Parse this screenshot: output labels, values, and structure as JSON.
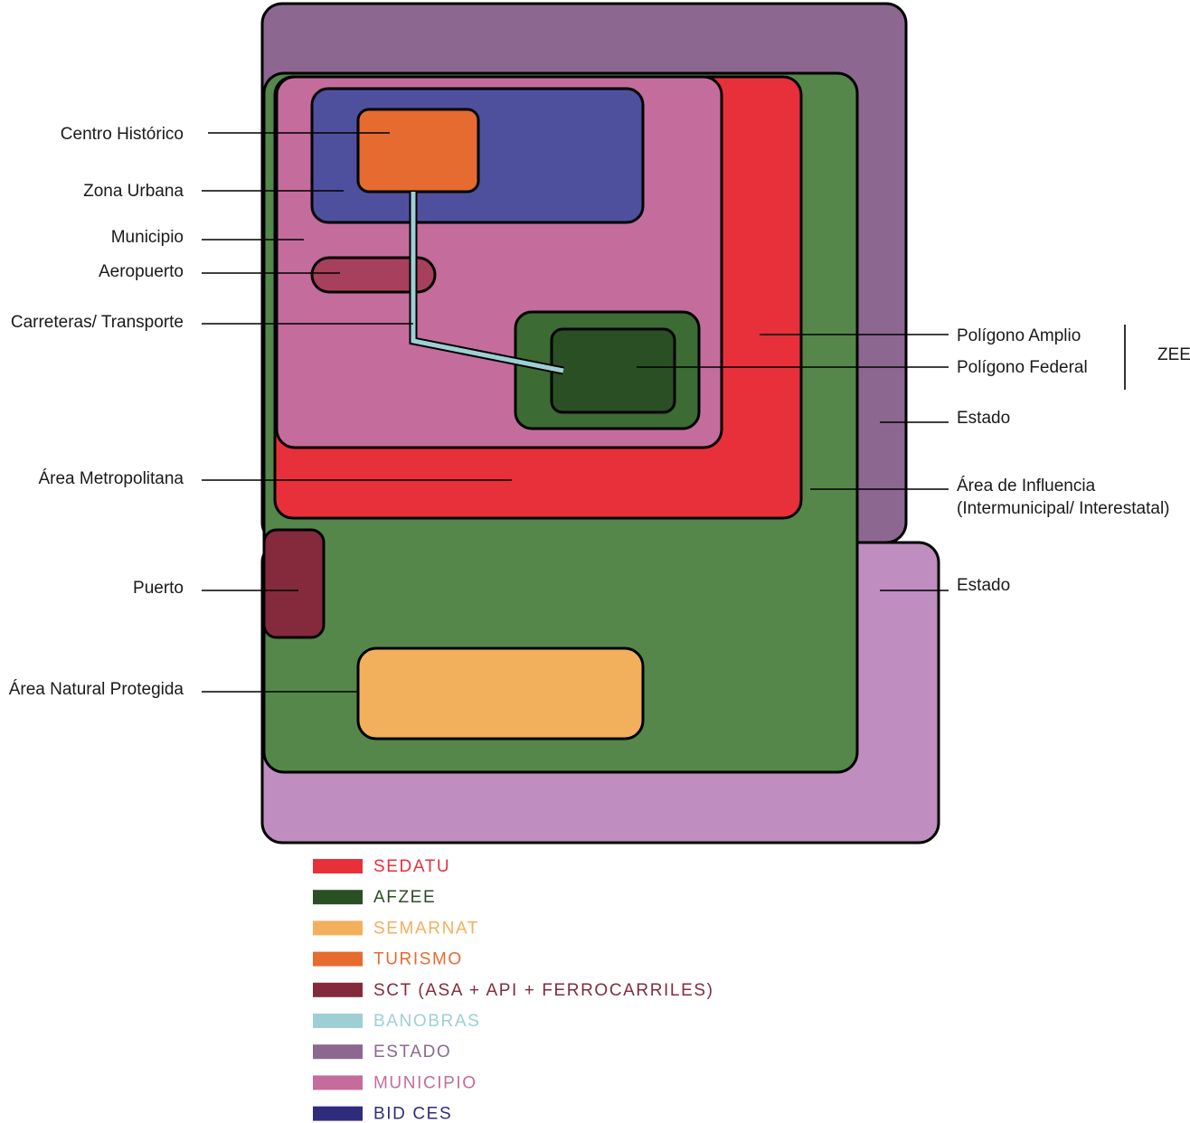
{
  "labels": {
    "centro_historico": "Centro Histórico",
    "zona_urbana": "Zona Urbana",
    "municipio": "Municipio",
    "aeropuerto": "Aeropuerto",
    "carreteras": "Carreteras/ Transporte",
    "area_metropolitana": "Área Metropolitana",
    "puerto": "Puerto",
    "area_natural": "Área Natural Protegida",
    "poligono_amplio": "Polígono Amplio",
    "poligono_federal": "Polígono Federal",
    "zee": "ZEE",
    "estado_1": "Estado",
    "area_influencia_1": "Área de Influencia",
    "area_influencia_2": "(Intermunicipal/ Interestatal)",
    "estado_2": "Estado"
  },
  "legend": [
    {
      "label": "SEDATU",
      "color": "#e8303a"
    },
    {
      "label": "AFZEE",
      "color": "#2b4f24"
    },
    {
      "label": "SEMARNAT",
      "color": "#f2b05c"
    },
    {
      "label": "TURISMO",
      "color": "#e56b31"
    },
    {
      "label": "SCT (ASA + API + FERROCARRILES)",
      "color": "#852a3c"
    },
    {
      "label": "BANOBRAS",
      "color": "#9ecfd4"
    },
    {
      "label": "ESTADO",
      "color": "#8c6891"
    },
    {
      "label": "MUNICIPIO",
      "color": "#c46d9c"
    },
    {
      "label": "BID CES",
      "color": "#2f2c7e"
    }
  ],
  "colors": {
    "estado_top": "#8c6891",
    "estado_bottom": "#c08dc0",
    "area_influencia": "#55874a",
    "area_metropolitana": "#e8303a",
    "municipio": "#c46d9c",
    "zona_urbana": "#4e509e",
    "centro_historico": "#e56b31",
    "aeropuerto": "#a6405c",
    "poligono_amplio": "#3c6b33",
    "poligono_federal": "#2b4f24",
    "puerto": "#852a3c",
    "area_natural": "#f2b05c",
    "carretera": "#9ecfd4"
  }
}
